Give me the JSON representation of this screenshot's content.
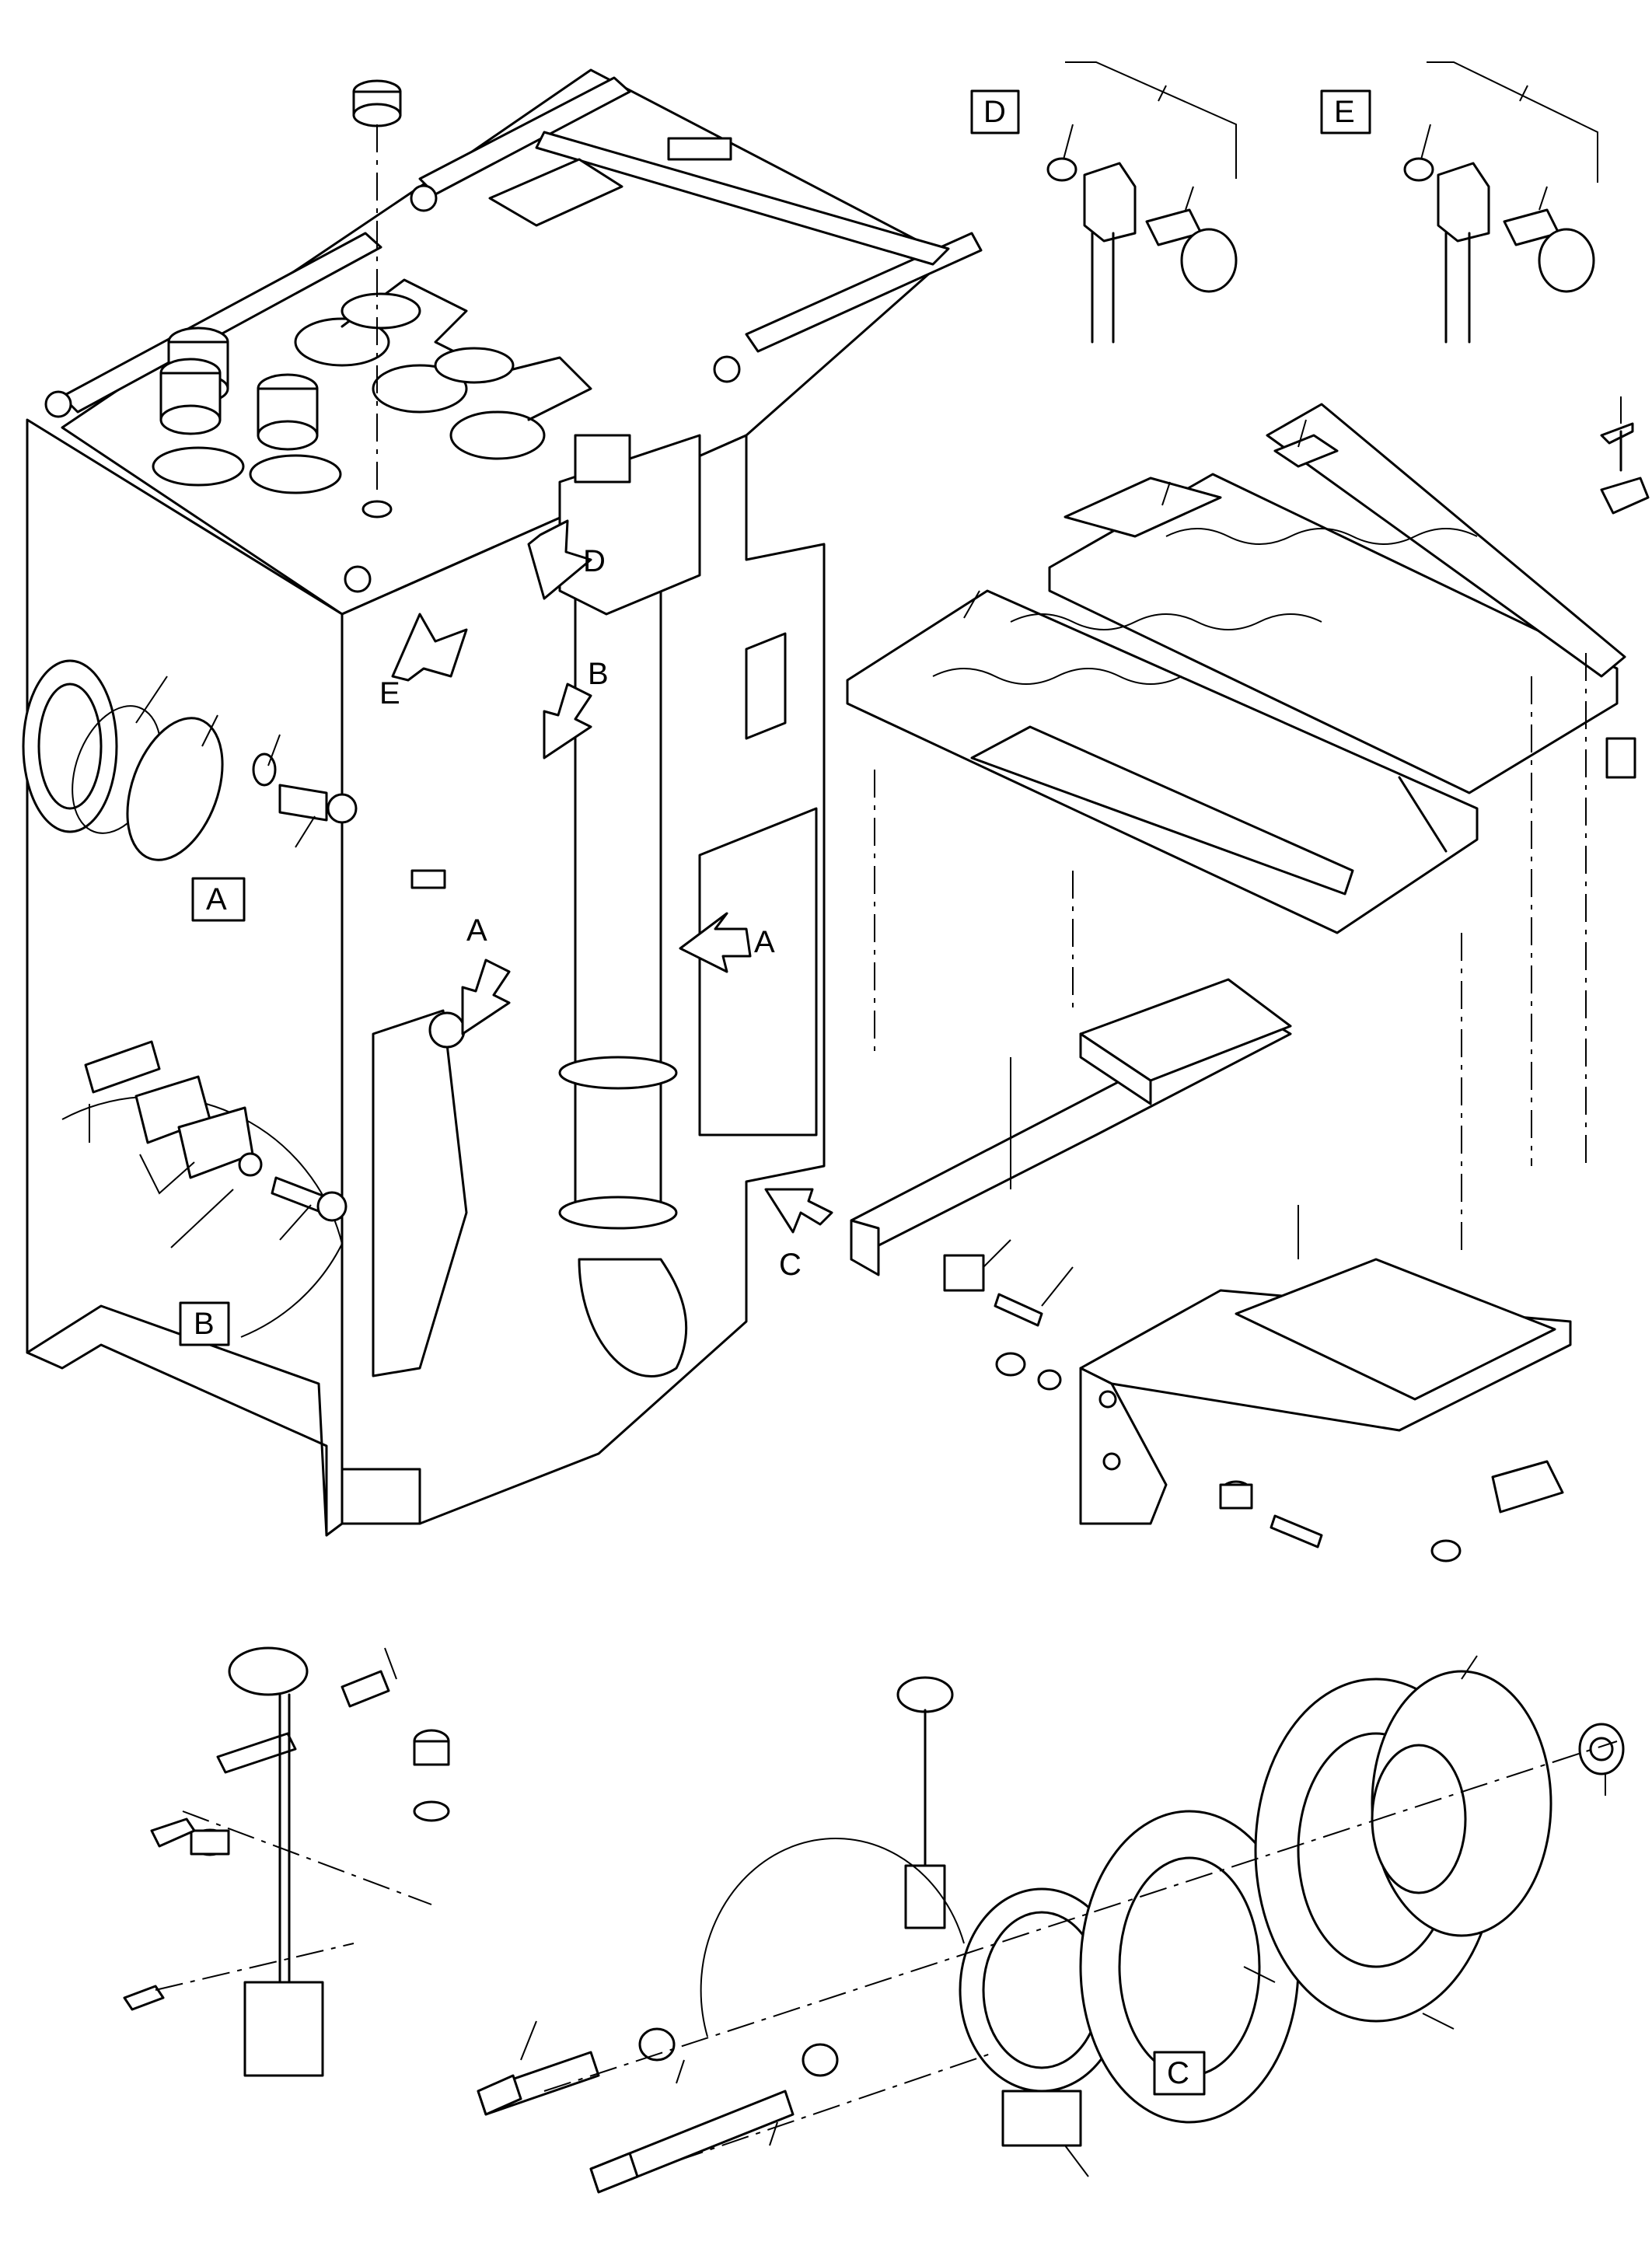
{
  "labels": {
    "A": "A",
    "B": "B",
    "C": "C",
    "D": "D",
    "E": "E"
  },
  "icons": {
    "arrow": "callout-arrow-icon"
  }
}
